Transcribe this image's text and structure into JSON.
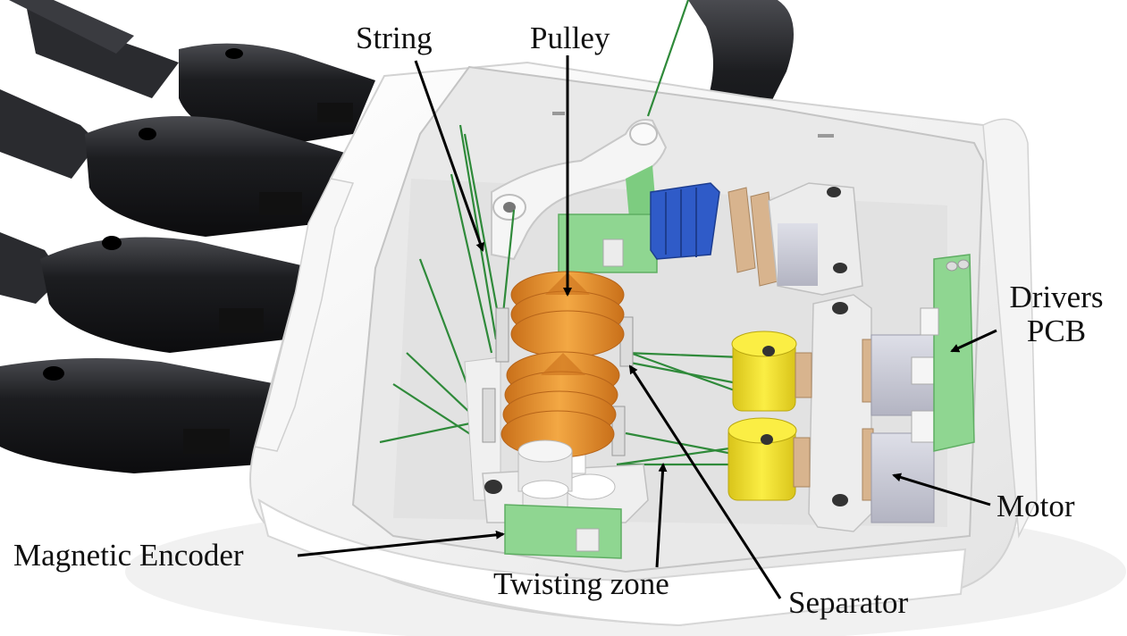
{
  "labels": {
    "string": "String",
    "pulley": "Pulley",
    "drivers_pcb_line1": "Drivers",
    "drivers_pcb_line2": "PCB",
    "motor": "Motor",
    "magnetic_encoder": "Magnetic Encoder",
    "twisting_zone": "Twisting zone",
    "separator": "Separator"
  },
  "colors": {
    "finger_black": "#1c1d20",
    "housing_white": "#f2f2f2",
    "housing_shadow": "#c9c9c9",
    "pulley_orange": "#e8962e",
    "motor_yellow": "#f2e12a",
    "pcb_green": "#8fd691",
    "string_green": "#2f8a3a",
    "gear_blue": "#2f5bc8",
    "cork_tan": "#d8b48e",
    "motor_gray": "#c9cad6",
    "arrow": "#000000"
  }
}
